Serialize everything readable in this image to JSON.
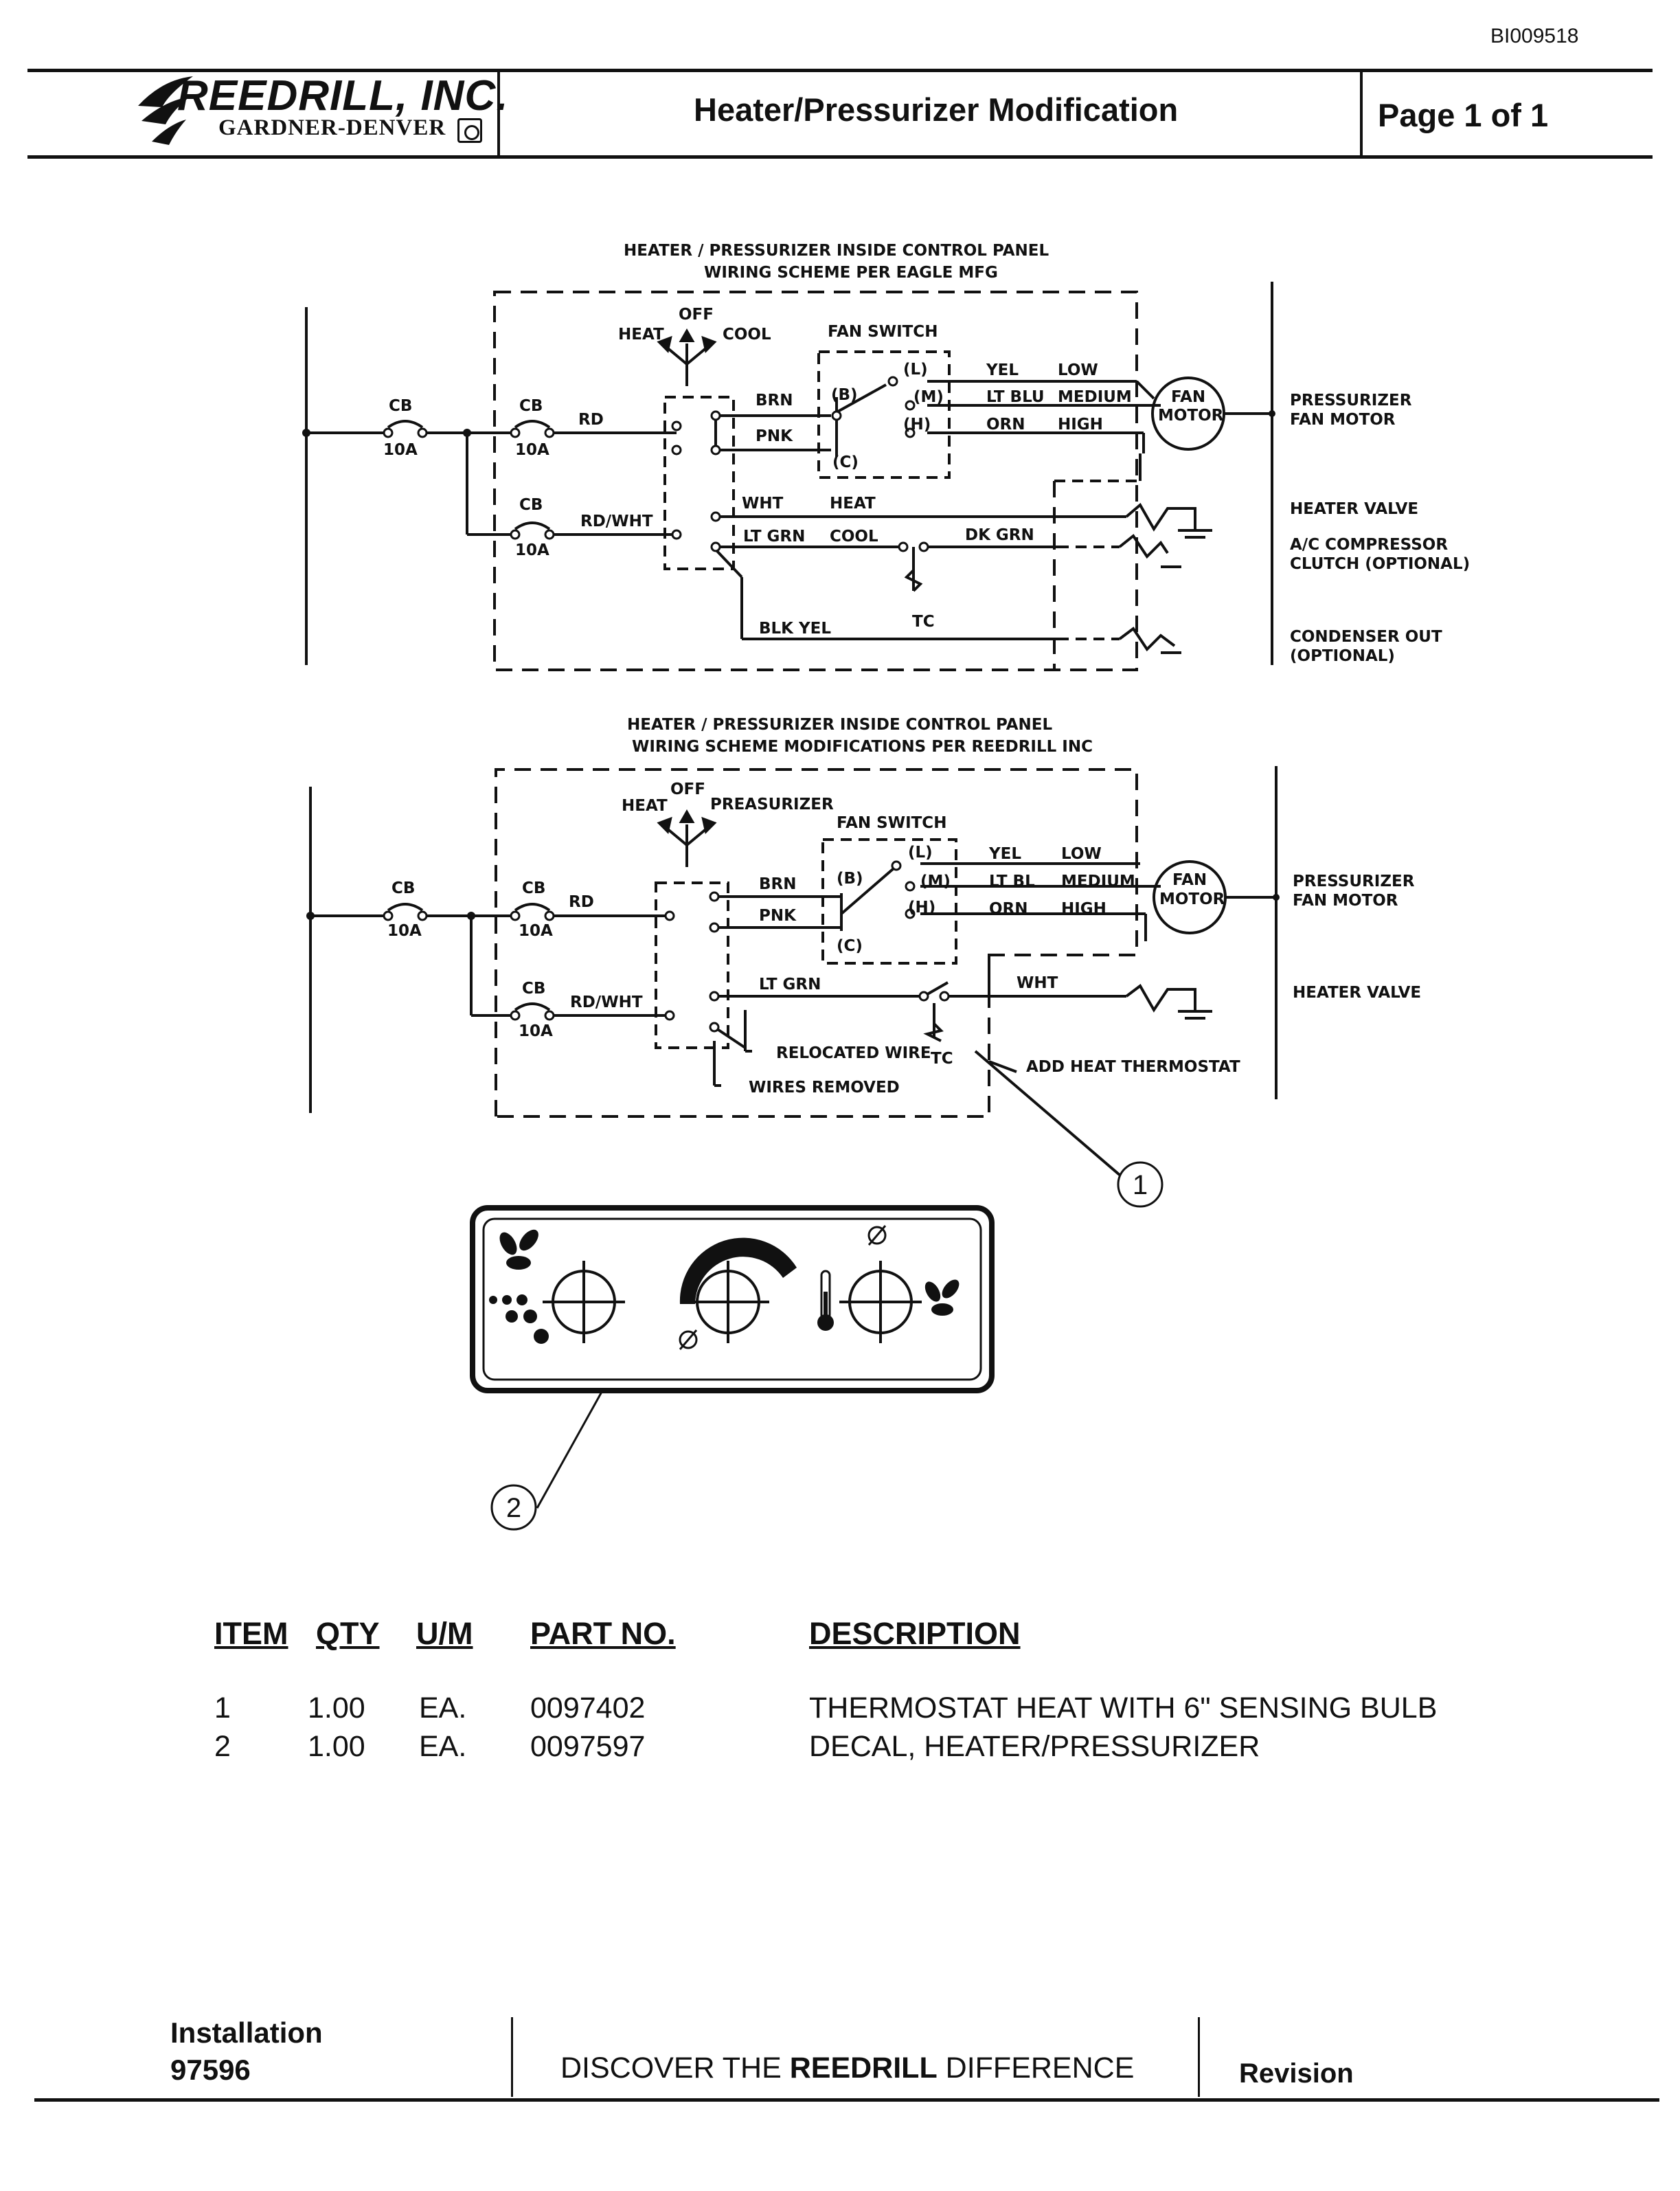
{
  "doc_id": "BI009518",
  "header": {
    "company": "REEDRILL, INC.",
    "subbrand": "GARDNER-DENVER",
    "title": "Heater/Pressurizer Modification",
    "page": "Page 1 of 1"
  },
  "diagram_top": {
    "caption_line1": "HEATER / PRESSURIZER   INSIDE CONTROL PANEL",
    "caption_line2": "WIRING SCHEME PER EAGLE MFG",
    "labels": {
      "off": "OFF",
      "heat": "HEAT",
      "cool": "COOL",
      "fan_switch": "FAN SWITCH",
      "cb": "CB",
      "amp": "10A",
      "rd": "RD",
      "rd_wht": "RD/WHT",
      "brn": "BRN",
      "pnk": "PNK",
      "b": "(B)",
      "c": "(C)",
      "l": "(L)",
      "m": "(M)",
      "h": "(H)",
      "yel": "YEL",
      "lt_blu": "LT BLU",
      "orn": "ORN",
      "low": "LOW",
      "medium": "MEDIUM",
      "high": "HIGH",
      "fan": "FAN",
      "motor": "MOTOR",
      "wht": "WHT",
      "heat2": "HEAT",
      "lt_grn": "LT GRN",
      "cool2": "COOL",
      "dk_grn": "DK GRN",
      "blk_yel": "BLK YEL",
      "tc": "TC"
    },
    "right_labels": {
      "pressurizer": "PRESSURIZER",
      "fan_motor": "FAN MOTOR",
      "heater_valve": "HEATER VALVE",
      "ac1": "A/C COMPRESSOR",
      "ac2": "CLUTCH (OPTIONAL)",
      "cond1": "CONDENSER OUT",
      "cond2": "(OPTIONAL)"
    }
  },
  "diagram_bottom": {
    "caption_line1": "HEATER / PRESSURIZER   INSIDE CONTROL PANEL",
    "caption_line2": "WIRING SCHEME MODIFICATIONS PER REEDRILL INC",
    "labels": {
      "off": "OFF",
      "heat": "HEAT",
      "preasurizer": "PREASURIZER",
      "fan_switch": "FAN SWITCH",
      "cb": "CB",
      "amp": "10A",
      "rd": "RD",
      "rd_wht": "RD/WHT",
      "brn": "BRN",
      "pnk": "PNK",
      "b": "(B)",
      "c": "(C)",
      "l": "(L)",
      "m": "(M)",
      "h": "(H)",
      "yel": "YEL",
      "lt_bl": "LT BL",
      "orn": "ORN",
      "low": "LOW",
      "medium": "MEDIUM",
      "high": "HIGH",
      "fan": "FAN",
      "motor": "MOTOR",
      "lt_grn": "LT GRN",
      "wht": "WHT",
      "relocated": "RELOCATED WIRE",
      "wires_removed": "WIRES REMOVED",
      "tc": "TC",
      "add_heat": "ADD HEAT THERMOSTAT"
    },
    "right_labels": {
      "pressurizer": "PRESSURIZER",
      "fan_motor": "FAN MOTOR",
      "heater_valve": "HEATER VALVE"
    }
  },
  "callouts": {
    "one": "1",
    "two": "2"
  },
  "parts_table": {
    "headers": {
      "item": "ITEM",
      "qty": "QTY",
      "um": "U/M",
      "part": "PART NO.",
      "desc": "DESCRIPTION"
    },
    "rows": [
      {
        "item": "1",
        "qty": "1.00",
        "um": "EA.",
        "part": "0097402",
        "desc": "THERMOSTAT HEAT WITH 6\" SENSING BULB"
      },
      {
        "item": "2",
        "qty": "1.00",
        "um": "EA.",
        "part": "0097597",
        "desc": "DECAL, HEATER/PRESSURIZER"
      }
    ]
  },
  "footer": {
    "installation_label": "Installation",
    "installation_no": "97596",
    "slogan_pre": "DISCOVER THE ",
    "slogan_brand": "REEDRILL",
    "slogan_post": " DIFFERENCE",
    "revision": "Revision"
  }
}
